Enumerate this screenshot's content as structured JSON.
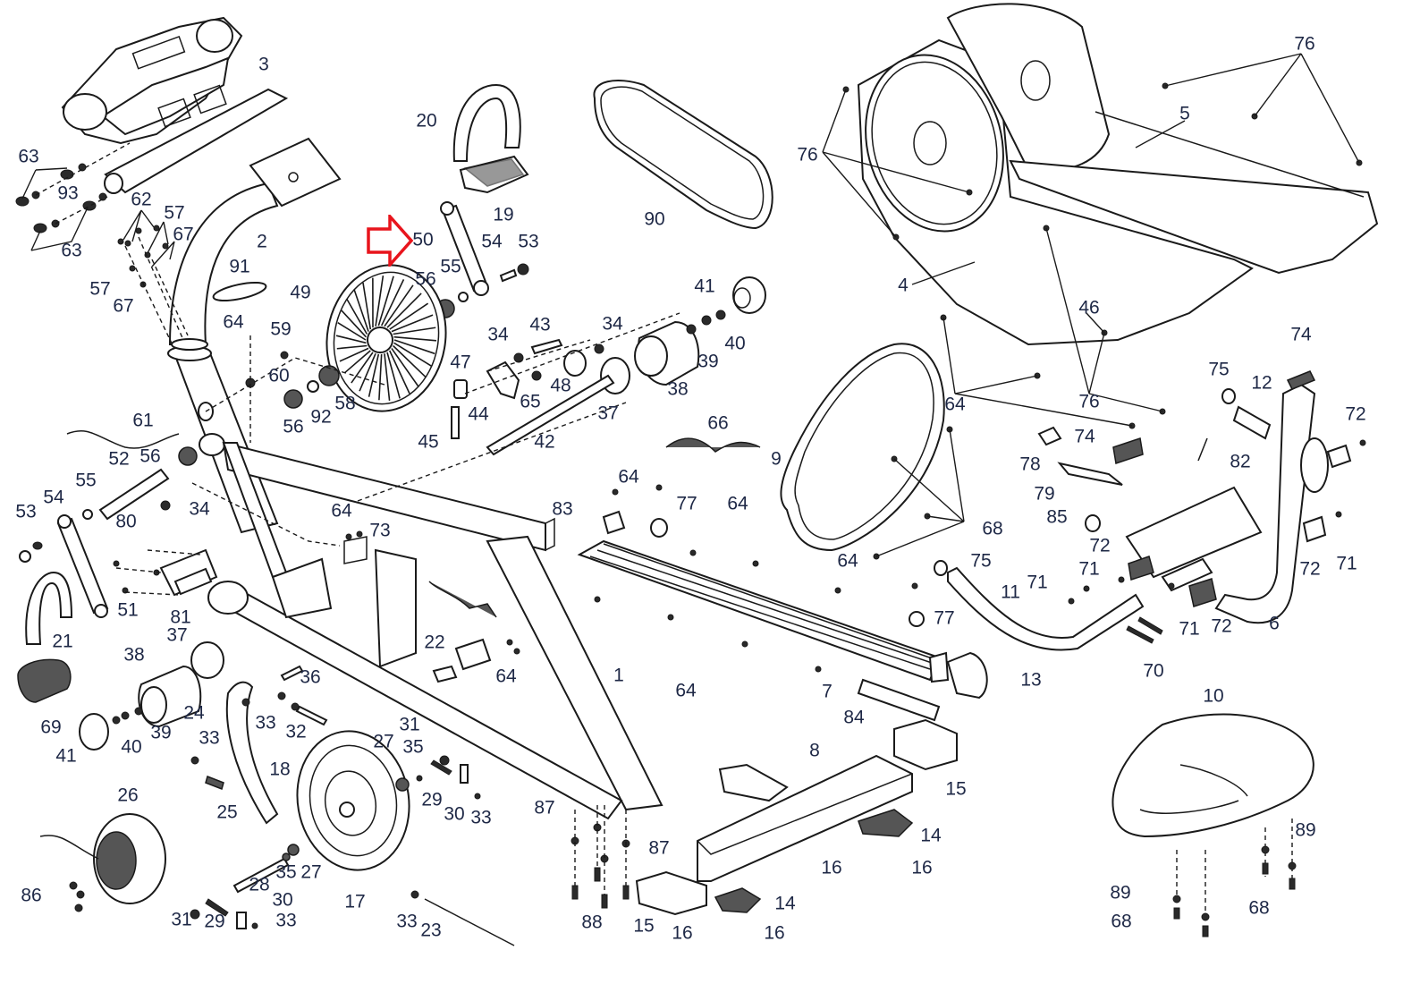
{
  "diagram": {
    "title": "Exercise bike exploded parts diagram",
    "label_color": "#1e2846",
    "highlight_color": "#e8141c",
    "highlighted_part": "50",
    "callouts": [
      {
        "id": "c3",
        "text": "3"
      },
      {
        "id": "c2",
        "text": "2"
      },
      {
        "id": "c63a",
        "text": "63"
      },
      {
        "id": "c93",
        "text": "93"
      },
      {
        "id": "c63b",
        "text": "63"
      },
      {
        "id": "c62",
        "text": "62"
      },
      {
        "id": "c57a",
        "text": "57"
      },
      {
        "id": "c67a",
        "text": "67"
      },
      {
        "id": "c57b",
        "text": "57"
      },
      {
        "id": "c67b",
        "text": "67"
      },
      {
        "id": "c91",
        "text": "91"
      },
      {
        "id": "c20",
        "text": "20"
      },
      {
        "id": "c19",
        "text": "19"
      },
      {
        "id": "c50",
        "text": "50"
      },
      {
        "id": "c54a",
        "text": "54"
      },
      {
        "id": "c53a",
        "text": "53"
      },
      {
        "id": "c55a",
        "text": "55"
      },
      {
        "id": "c56a",
        "text": "56"
      },
      {
        "id": "c49",
        "text": "49"
      },
      {
        "id": "c90",
        "text": "90"
      },
      {
        "id": "c41a",
        "text": "41"
      },
      {
        "id": "c40a",
        "text": "40"
      },
      {
        "id": "c39a",
        "text": "39"
      },
      {
        "id": "c38a",
        "text": "38"
      },
      {
        "id": "c34a",
        "text": "34"
      },
      {
        "id": "c43",
        "text": "43"
      },
      {
        "id": "c34b",
        "text": "34"
      },
      {
        "id": "c48",
        "text": "48"
      },
      {
        "id": "c65",
        "text": "65"
      },
      {
        "id": "c47",
        "text": "47"
      },
      {
        "id": "c44",
        "text": "44"
      },
      {
        "id": "c37a",
        "text": "37"
      },
      {
        "id": "c42",
        "text": "42"
      },
      {
        "id": "c45",
        "text": "45"
      },
      {
        "id": "c64a",
        "text": "64"
      },
      {
        "id": "c59",
        "text": "59"
      },
      {
        "id": "c60",
        "text": "60"
      },
      {
        "id": "c56b",
        "text": "56"
      },
      {
        "id": "c92",
        "text": "92"
      },
      {
        "id": "c58",
        "text": "58"
      },
      {
        "id": "c61",
        "text": "61"
      },
      {
        "id": "c56c",
        "text": "56"
      },
      {
        "id": "c52",
        "text": "52"
      },
      {
        "id": "c55b",
        "text": "55"
      },
      {
        "id": "c54b",
        "text": "54"
      },
      {
        "id": "c53b",
        "text": "53"
      },
      {
        "id": "c34c",
        "text": "34"
      },
      {
        "id": "c80",
        "text": "80"
      },
      {
        "id": "c81",
        "text": "81"
      },
      {
        "id": "c51",
        "text": "51"
      },
      {
        "id": "c21",
        "text": "21"
      },
      {
        "id": "c64b",
        "text": "64"
      },
      {
        "id": "c73",
        "text": "73"
      },
      {
        "id": "c22",
        "text": "22"
      },
      {
        "id": "c64c",
        "text": "64"
      },
      {
        "id": "c1",
        "text": "1"
      },
      {
        "id": "c83",
        "text": "83"
      },
      {
        "id": "c64d",
        "text": "64"
      },
      {
        "id": "c77a",
        "text": "77"
      },
      {
        "id": "c64e",
        "text": "64"
      },
      {
        "id": "c66",
        "text": "66"
      },
      {
        "id": "c76a",
        "text": "76"
      },
      {
        "id": "c76b",
        "text": "76"
      },
      {
        "id": "c5",
        "text": "5"
      },
      {
        "id": "c4",
        "text": "4"
      },
      {
        "id": "c46",
        "text": "46"
      },
      {
        "id": "c76c",
        "text": "76"
      },
      {
        "id": "c64f",
        "text": "64"
      },
      {
        "id": "c74a",
        "text": "74"
      },
      {
        "id": "c75a",
        "text": "75"
      },
      {
        "id": "c12",
        "text": "12"
      },
      {
        "id": "c72a",
        "text": "72"
      },
      {
        "id": "c74b",
        "text": "74"
      },
      {
        "id": "c78",
        "text": "78"
      },
      {
        "id": "c82",
        "text": "82"
      },
      {
        "id": "c79",
        "text": "79"
      },
      {
        "id": "c85",
        "text": "85"
      },
      {
        "id": "c9",
        "text": "9"
      },
      {
        "id": "c68a",
        "text": "68"
      },
      {
        "id": "c64g",
        "text": "64"
      },
      {
        "id": "c75b",
        "text": "75"
      },
      {
        "id": "c77b",
        "text": "77"
      },
      {
        "id": "c11",
        "text": "11"
      },
      {
        "id": "c71a",
        "text": "71"
      },
      {
        "id": "c72b",
        "text": "72"
      },
      {
        "id": "c71b",
        "text": "71"
      },
      {
        "id": "c72c",
        "text": "72"
      },
      {
        "id": "c71c",
        "text": "71"
      },
      {
        "id": "c72d",
        "text": "72"
      },
      {
        "id": "c71d",
        "text": "71"
      },
      {
        "id": "c6",
        "text": "6"
      },
      {
        "id": "c70",
        "text": "70"
      },
      {
        "id": "c64h",
        "text": "64"
      },
      {
        "id": "c7",
        "text": "7"
      },
      {
        "id": "c13",
        "text": "13"
      },
      {
        "id": "c84",
        "text": "84"
      },
      {
        "id": "c38b",
        "text": "38"
      },
      {
        "id": "c37b",
        "text": "37"
      },
      {
        "id": "c36",
        "text": "36"
      },
      {
        "id": "c24",
        "text": "24"
      },
      {
        "id": "c33a",
        "text": "33"
      },
      {
        "id": "c32",
        "text": "32"
      },
      {
        "id": "c69",
        "text": "69"
      },
      {
        "id": "c39b",
        "text": "39"
      },
      {
        "id": "c40b",
        "text": "40"
      },
      {
        "id": "c41b",
        "text": "41"
      },
      {
        "id": "c33b",
        "text": "33"
      },
      {
        "id": "c18",
        "text": "18"
      },
      {
        "id": "c25",
        "text": "25"
      },
      {
        "id": "c31a",
        "text": "31"
      },
      {
        "id": "c27a",
        "text": "27"
      },
      {
        "id": "c35a",
        "text": "35"
      },
      {
        "id": "c29a",
        "text": "29"
      },
      {
        "id": "c30a",
        "text": "30"
      },
      {
        "id": "c33c",
        "text": "33"
      },
      {
        "id": "c26",
        "text": "26"
      },
      {
        "id": "c86",
        "text": "86"
      },
      {
        "id": "c28",
        "text": "28"
      },
      {
        "id": "c35b",
        "text": "35"
      },
      {
        "id": "c27b",
        "text": "27"
      },
      {
        "id": "c17",
        "text": "17"
      },
      {
        "id": "c31b",
        "text": "31"
      },
      {
        "id": "c29b",
        "text": "29"
      },
      {
        "id": "c30b",
        "text": "30"
      },
      {
        "id": "c33d",
        "text": "33"
      },
      {
        "id": "c33e",
        "text": "33"
      },
      {
        "id": "c23",
        "text": "23"
      },
      {
        "id": "c8",
        "text": "8"
      },
      {
        "id": "c15a",
        "text": "15"
      },
      {
        "id": "c87a",
        "text": "87"
      },
      {
        "id": "c87b",
        "text": "87"
      },
      {
        "id": "c88",
        "text": "88"
      },
      {
        "id": "c15b",
        "text": "15"
      },
      {
        "id": "c14a",
        "text": "14"
      },
      {
        "id": "c14b",
        "text": "14"
      },
      {
        "id": "c16a",
        "text": "16"
      },
      {
        "id": "c16b",
        "text": "16"
      },
      {
        "id": "c16c",
        "text": "16"
      },
      {
        "id": "c16d",
        "text": "16"
      },
      {
        "id": "c10",
        "text": "10"
      },
      {
        "id": "c89a",
        "text": "89"
      },
      {
        "id": "c89b",
        "text": "89"
      },
      {
        "id": "c68b",
        "text": "68"
      },
      {
        "id": "c68c",
        "text": "68"
      }
    ]
  }
}
